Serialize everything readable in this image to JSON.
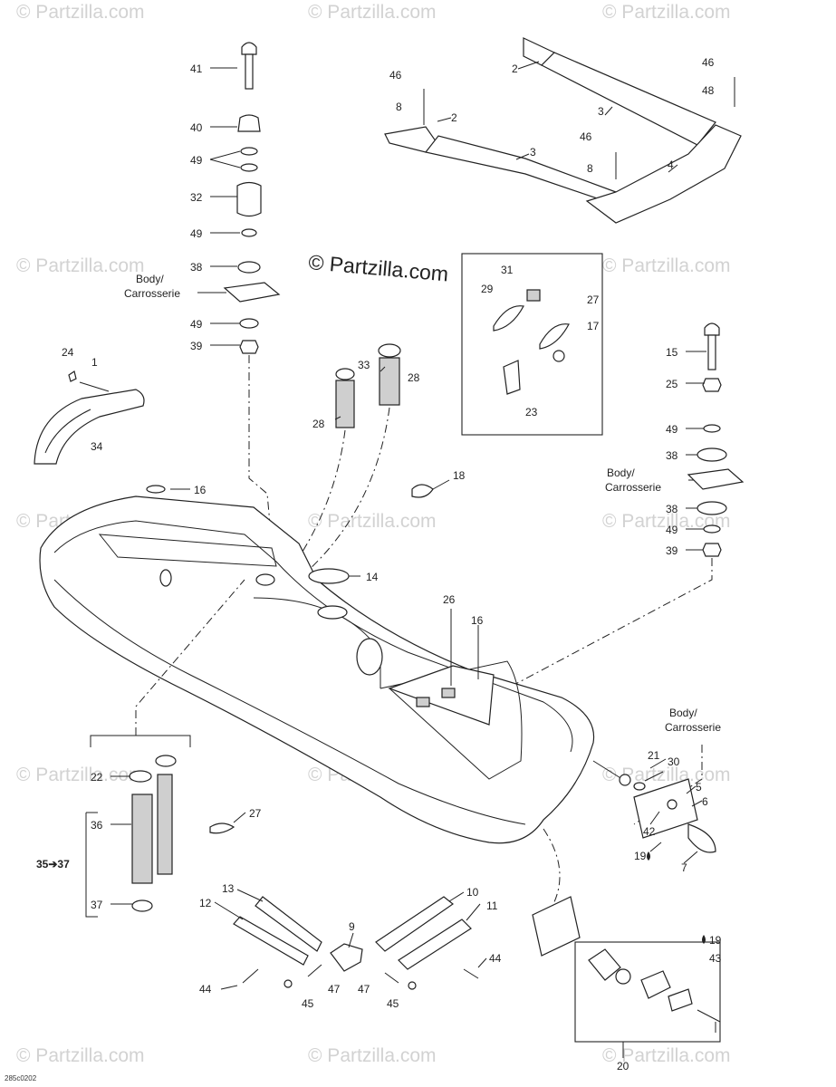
{
  "watermark_text": "© Partzilla.com",
  "main_watermark": "© Partzilla.com",
  "drawing_code": "285c0202",
  "body_label_line1": "Body/",
  "body_label_line2": "Carrosserie",
  "callouts": [
    "1",
    "2",
    "3",
    "4",
    "5",
    "6",
    "7",
    "8",
    "9",
    "10",
    "11",
    "12",
    "13",
    "14",
    "15",
    "16",
    "17",
    "18",
    "19",
    "20",
    "21",
    "22",
    "23",
    "24",
    "25",
    "26",
    "27",
    "28",
    "29",
    "30",
    "31",
    "32",
    "33",
    "34",
    "35➔37",
    "36",
    "37",
    "38",
    "39",
    "40",
    "41",
    "42",
    "43",
    "44",
    "45",
    "46",
    "47",
    "48",
    "49"
  ]
}
